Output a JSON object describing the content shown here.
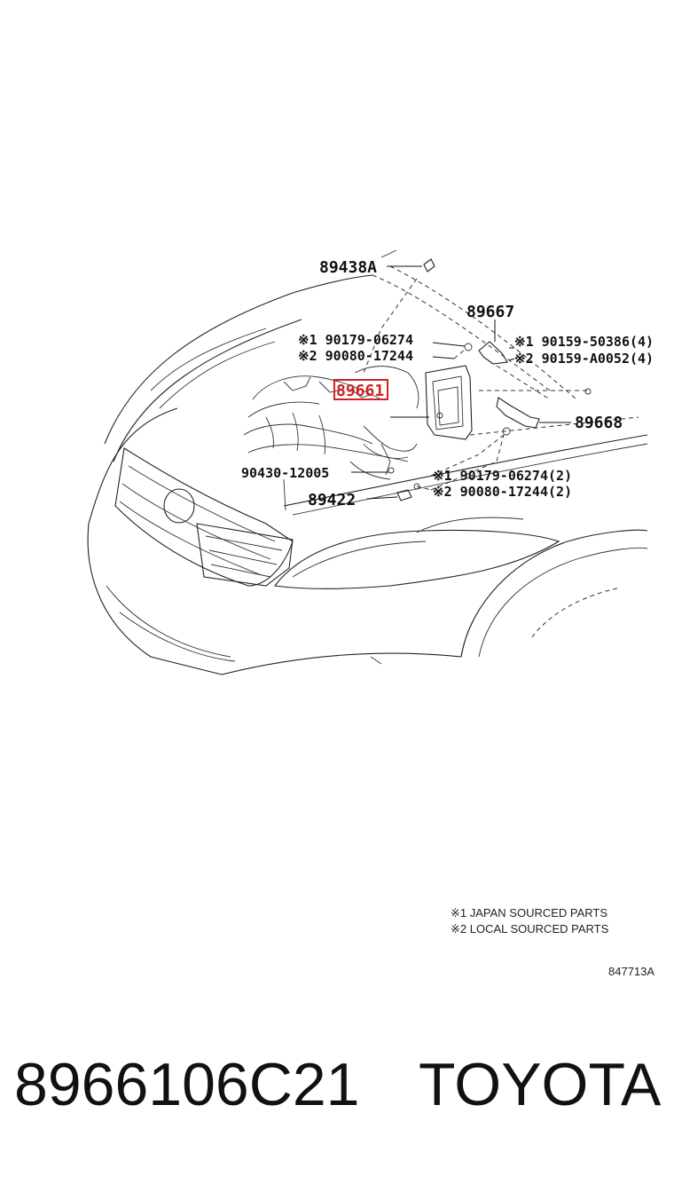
{
  "callouts": {
    "c89438A": "89438A",
    "c89667": "89667",
    "c89661": "89661",
    "c89668": "89668",
    "c89422": "89422",
    "c90430": "90430-12005",
    "n1_top_left": "※1 90179-06274",
    "n2_top_left": "※2 90080-17244",
    "n1_top_right": "※1 90159-50386(4)",
    "n2_top_right": "※2 90159-A0052(4)",
    "n1_bottom": "※1 90179-06274(2)",
    "n2_bottom": "※2 90080-17244(2)"
  },
  "notes": {
    "note1": "※1 JAPAN SOURCED PARTS",
    "note2": "※2 LOCAL SOURCED PARTS",
    "diagram_id": "847713A"
  },
  "footer": {
    "part_number": "8966106C21",
    "brand": "TOYOTA"
  },
  "colors": {
    "highlight": "#cc2222"
  }
}
